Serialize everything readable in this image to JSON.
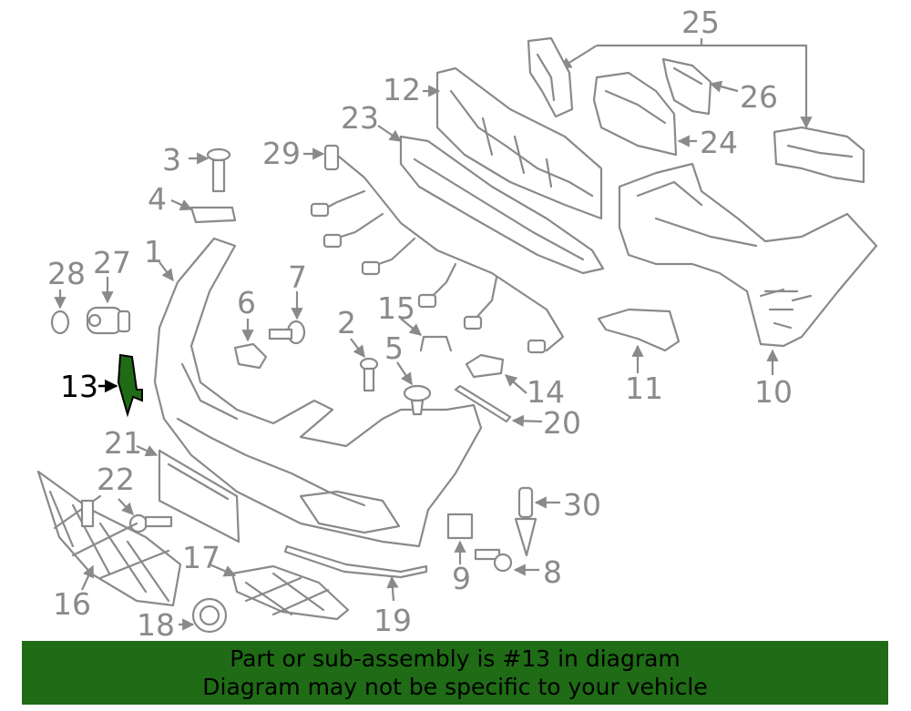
{
  "diagram": {
    "highlight_color": "#1f6b16",
    "line_color": "#8a8a8a",
    "highlighted_part": "13",
    "callouts": [
      "1",
      "2",
      "3",
      "4",
      "5",
      "6",
      "7",
      "8",
      "9",
      "10",
      "11",
      "12",
      "13",
      "14",
      "15",
      "16",
      "17",
      "18",
      "19",
      "20",
      "21",
      "22",
      "23",
      "24",
      "25",
      "26",
      "27",
      "28",
      "29",
      "30"
    ]
  },
  "banner": {
    "background": "#1f6b16",
    "line1": "Part or sub-assembly is #13 in diagram",
    "line2": "Diagram may not be specific to your vehicle"
  }
}
